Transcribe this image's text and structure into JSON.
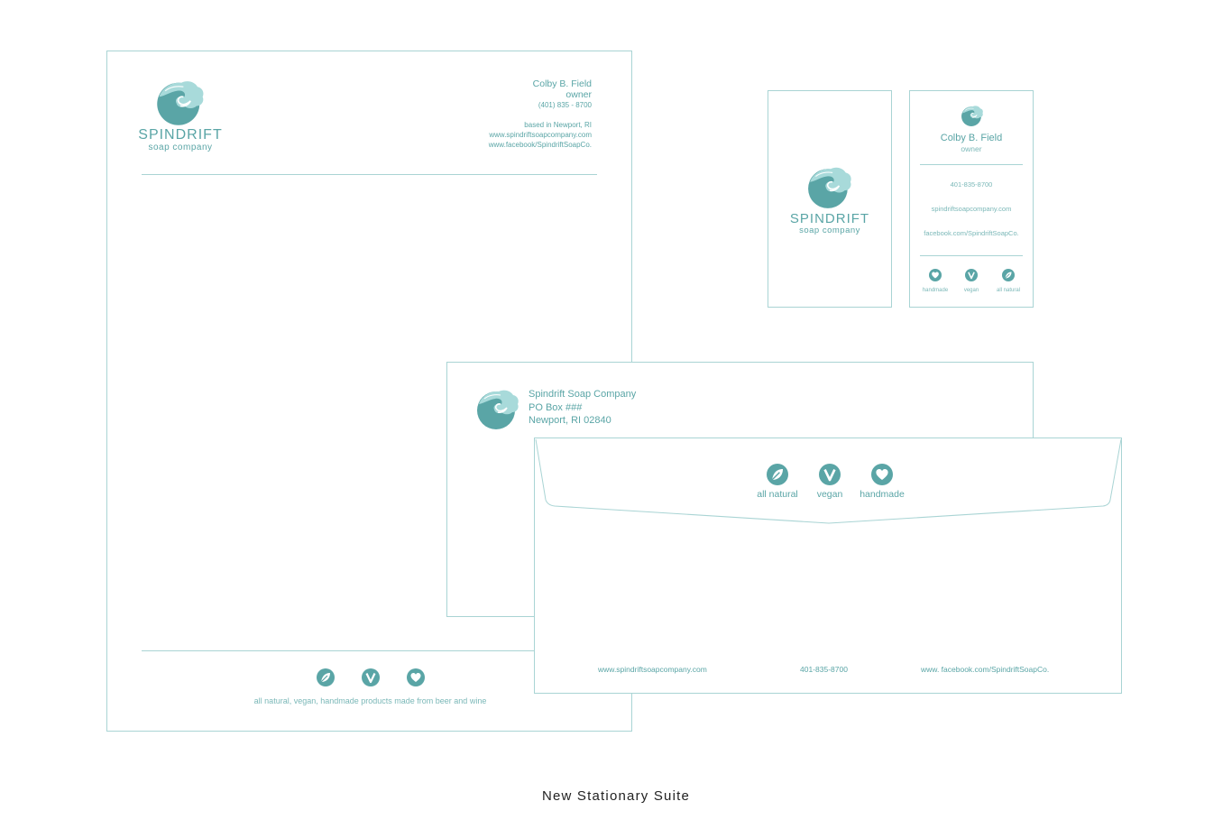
{
  "colors": {
    "accent": "#5aa5a6",
    "accent_light": "#a8dada",
    "border": "#a9d4d4",
    "caption": "#222222"
  },
  "brand": {
    "name": "SPINDRIFT",
    "subtitle": "soap company"
  },
  "letterhead": {
    "contact": {
      "name": "Colby B. Field",
      "title": "owner",
      "phone": "(401) 835 - 8700",
      "location": "based in Newport, RI",
      "website": "www.spindriftsoapcompany.com",
      "facebook": "www.facebook/SpindriftSoapCo."
    },
    "footer_icons": [
      "leaf-icon",
      "vegan-v-icon",
      "heart-icon"
    ],
    "tagline": "all natural, vegan, handmade products made from beer and wine"
  },
  "business_card_back": {
    "name": "Colby B. Field",
    "title": "owner",
    "phone": "401-835-8700",
    "website": "spindriftsoapcompany.com",
    "facebook": "facebook.com/SpindriftSoapCo.",
    "badges": [
      {
        "icon": "heart-icon",
        "label": "handmade"
      },
      {
        "icon": "vegan-v-icon",
        "label": "vegan"
      },
      {
        "icon": "leaf-icon",
        "label": "all natural"
      }
    ]
  },
  "envelope_back": {
    "address_lines": [
      "Spindrift Soap Company",
      "PO Box ###",
      "Newport, RI 02840"
    ]
  },
  "envelope_front": {
    "badges": [
      {
        "icon": "leaf-icon",
        "label": "all natural"
      },
      {
        "icon": "vegan-v-icon",
        "label": "vegan"
      },
      {
        "icon": "heart-icon",
        "label": "handmade"
      }
    ],
    "footer": {
      "website": "www.spindriftsoapcompany.com",
      "phone": "401-835-8700",
      "facebook": "www. facebook.com/SpindriftSoapCo."
    }
  },
  "caption": "New Stationary Suite"
}
